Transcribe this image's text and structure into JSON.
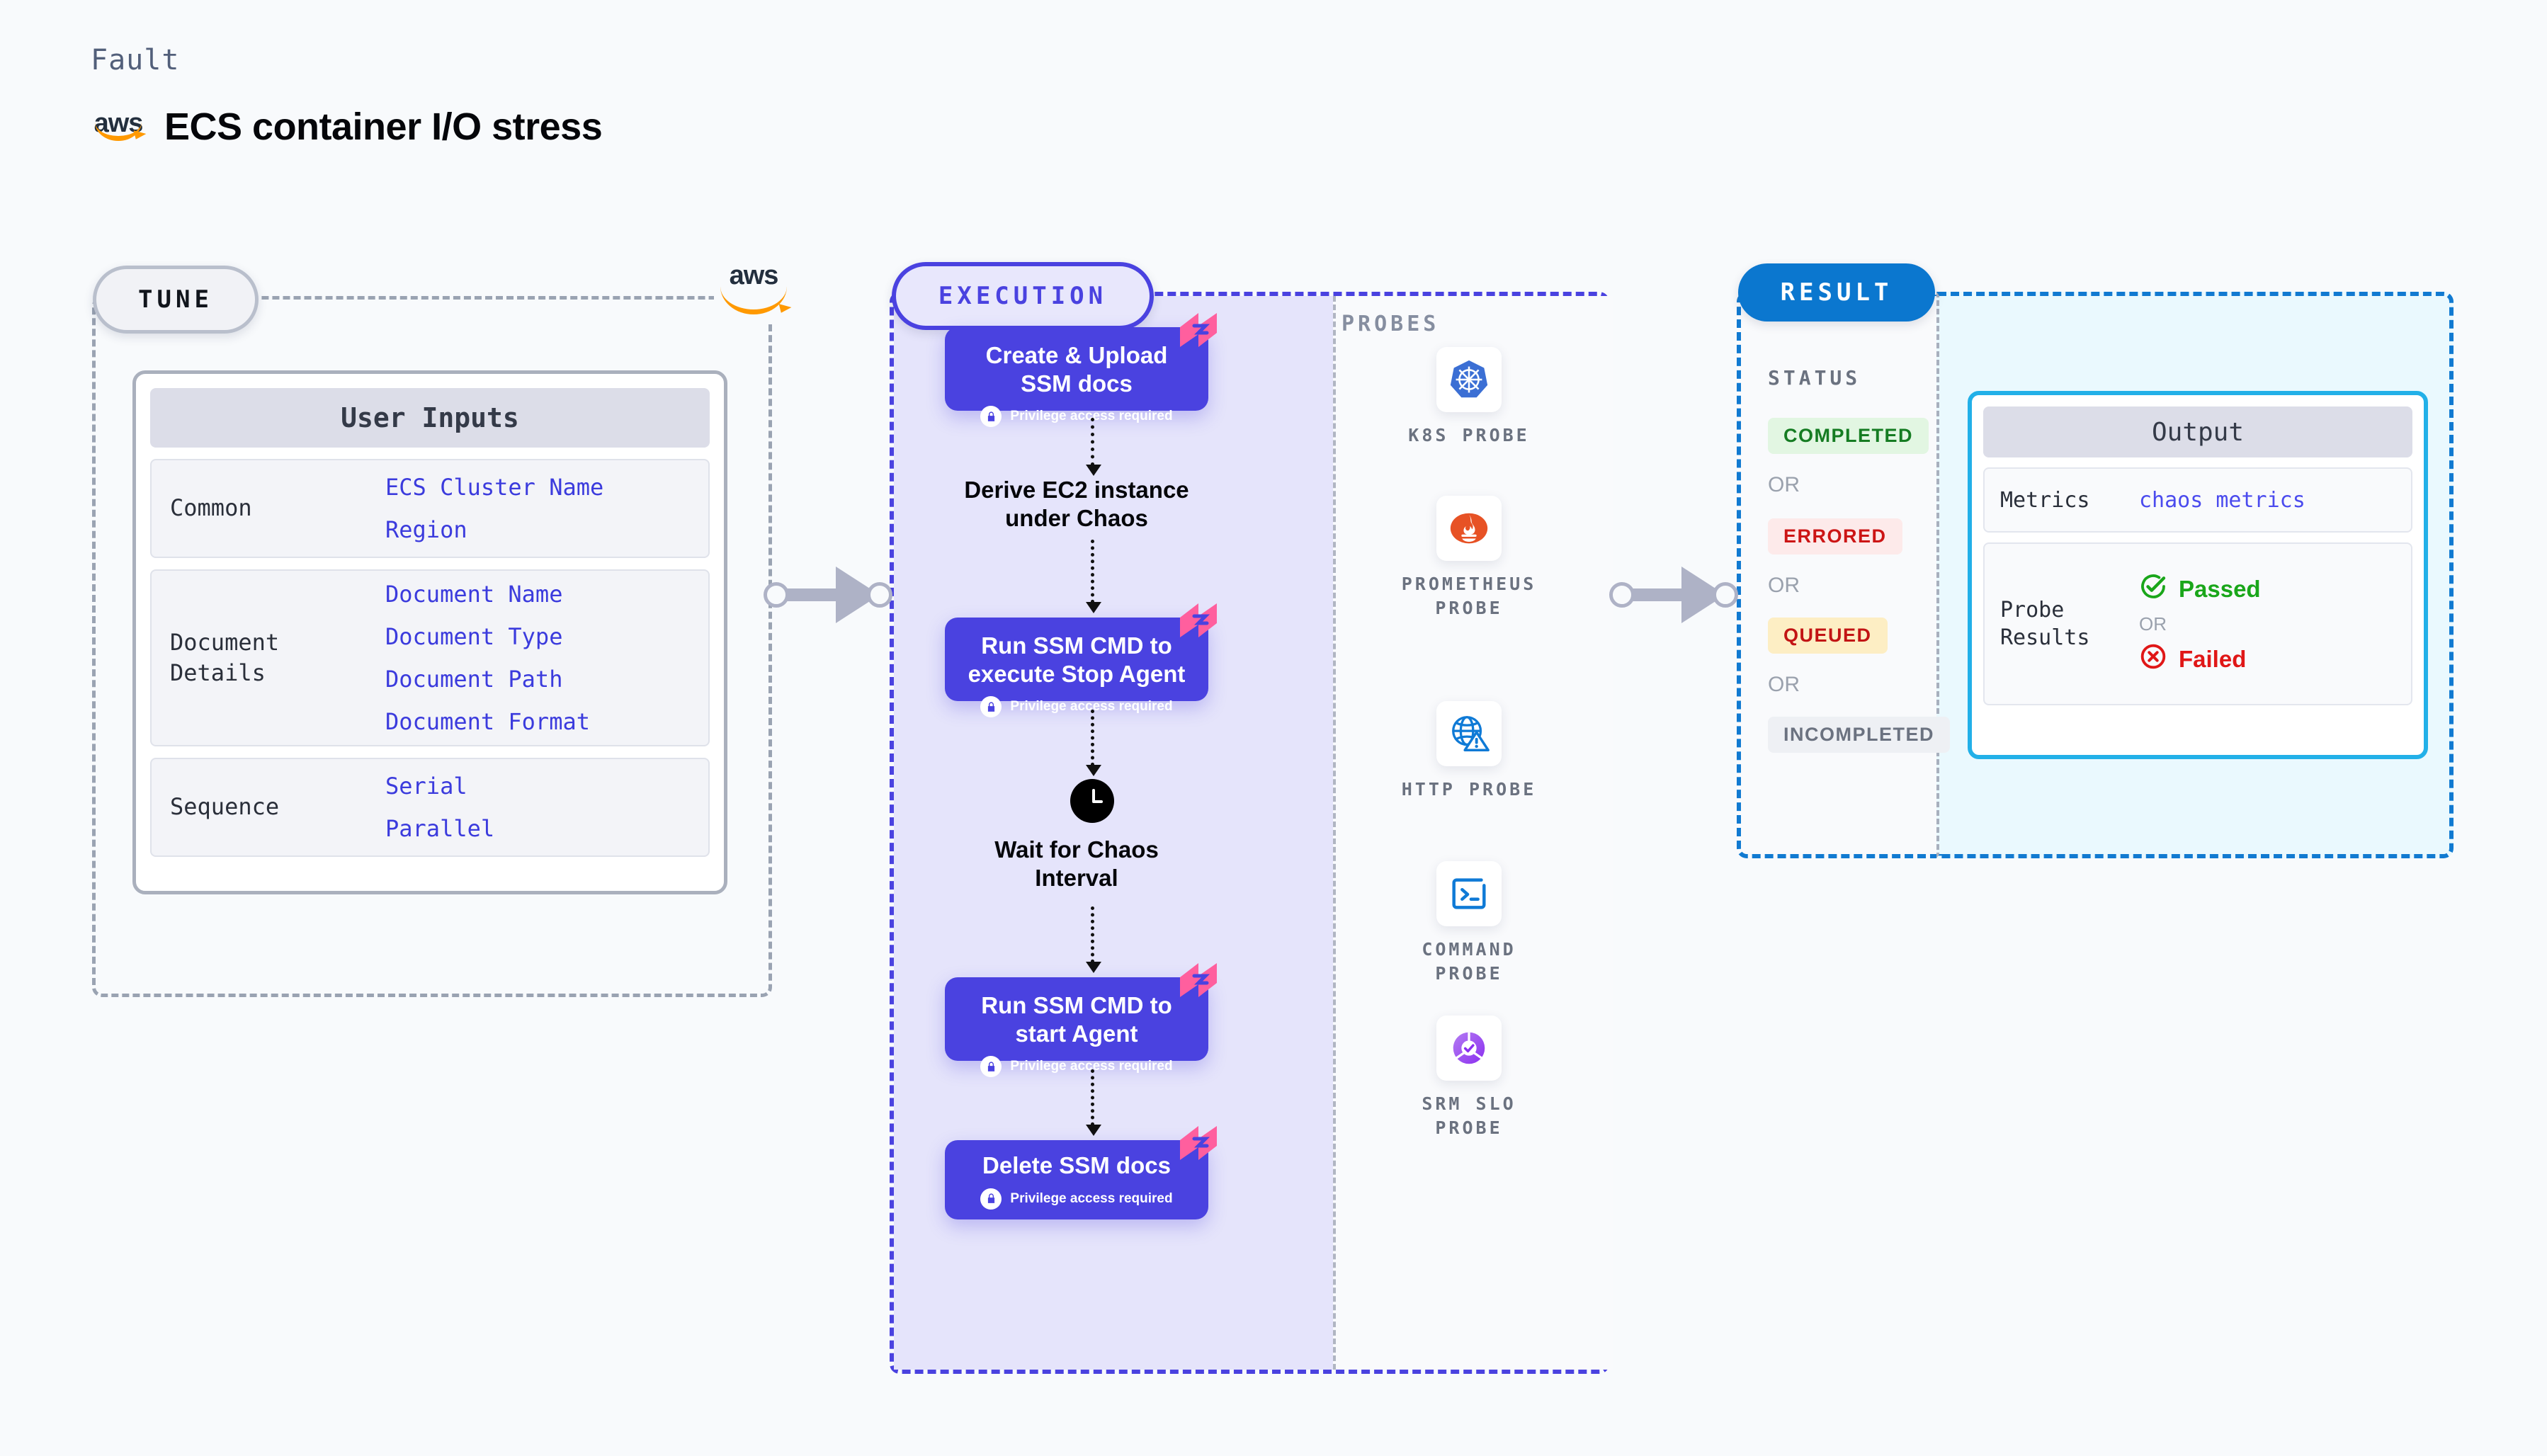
{
  "header": {
    "kicker": "Fault",
    "title": "ECS container I/O stress",
    "brand_icon": "aws-logo"
  },
  "tune": {
    "pill_label": "TUNE",
    "brand_icon": "aws-logo",
    "card_title": "User Inputs",
    "groups": [
      {
        "name": "Common",
        "values": [
          "ECS Cluster Name",
          "Region"
        ]
      },
      {
        "name": "Document\nDetails",
        "values": [
          "Document Name",
          "Document Type",
          "Document Path",
          "Document Format"
        ]
      },
      {
        "name": "Sequence",
        "values": [
          "Serial",
          "Parallel"
        ]
      }
    ]
  },
  "execution": {
    "pill_label": "EXECUTION",
    "privilege_note": "Privilege access required",
    "steps": [
      {
        "type": "node",
        "title": "Create & Upload\nSSM docs",
        "privileged": true,
        "badge_icon": "chaos-flag-icon"
      },
      {
        "type": "plain",
        "title": "Derive EC2 instance\nunder Chaos"
      },
      {
        "type": "node",
        "title": "Run SSM CMD to\nexecute Stop Agent",
        "privileged": true,
        "badge_icon": "chaos-flag-icon"
      },
      {
        "type": "wait",
        "title": "Wait for Chaos\nInterval",
        "icon": "clock-icon"
      },
      {
        "type": "node",
        "title": "Run SSM CMD to\nstart Agent",
        "privileged": true,
        "badge_icon": "chaos-flag-icon"
      },
      {
        "type": "node",
        "title": "Delete SSM docs",
        "privileged": true,
        "badge_icon": "chaos-flag-icon"
      }
    ]
  },
  "probes": {
    "section_label": "PROBES",
    "items": [
      {
        "label": "K8S PROBE",
        "icon": "kubernetes-icon"
      },
      {
        "label": "PROMETHEUS\nPROBE",
        "icon": "prometheus-icon"
      },
      {
        "label": "HTTP PROBE",
        "icon": "http-globe-warning-icon"
      },
      {
        "label": "COMMAND\nPROBE",
        "icon": "terminal-icon"
      },
      {
        "label": "SRM SLO\nPROBE",
        "icon": "srm-slo-icon"
      }
    ]
  },
  "result": {
    "pill_label": "RESULT",
    "status_label": "STATUS",
    "or_text": "OR",
    "statuses": [
      {
        "label": "COMPLETED",
        "color": "#157c22",
        "bg": "#e2f6e2"
      },
      {
        "label": "ERRORED",
        "color": "#cc1515",
        "bg": "#fdeaea"
      },
      {
        "label": "QUEUED",
        "color": "#c21414",
        "bg": "#fdeec4"
      },
      {
        "label": "INCOMPLETED",
        "color": "#6b7280",
        "bg": "#eef0f4"
      }
    ],
    "output": {
      "title": "Output",
      "rows": [
        {
          "key": "Metrics",
          "value": "chaos metrics"
        },
        {
          "key": "Probe\nResults",
          "passed": "Passed",
          "failed": "Failed",
          "or_text": "OR"
        }
      ]
    }
  },
  "colors": {
    "page_bg": "#f8fafc",
    "execution_accent": "#4a42e0",
    "execution_fill": "#e5e4fb",
    "result_accent": "#117ad1",
    "output_fill": "#eaf9fe",
    "output_border": "#22b0e8",
    "tune_border": "#9aa3b2",
    "link_text": "#3b3bdd",
    "chaos_badge": "#ff5f9e"
  }
}
